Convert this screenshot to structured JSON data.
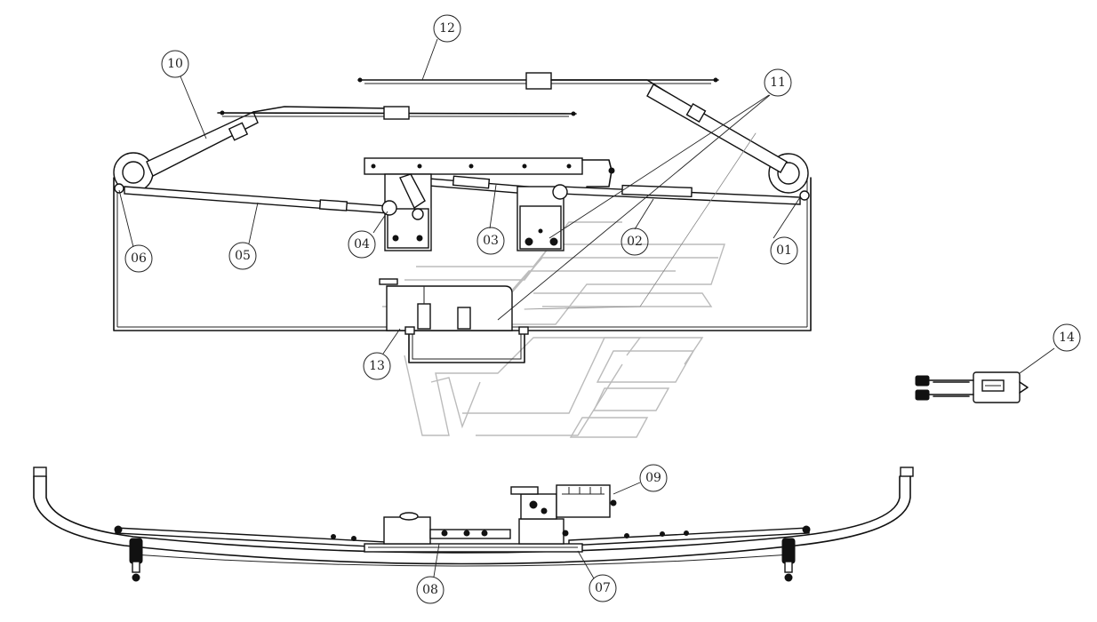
{
  "diagram": {
    "callouts": [
      {
        "id": "01",
        "label": "01"
      },
      {
        "id": "02",
        "label": "02"
      },
      {
        "id": "03",
        "label": "03"
      },
      {
        "id": "04",
        "label": "04"
      },
      {
        "id": "05",
        "label": "05"
      },
      {
        "id": "06",
        "label": "06"
      },
      {
        "id": "07",
        "label": "07"
      },
      {
        "id": "08",
        "label": "08"
      },
      {
        "id": "09",
        "label": "09"
      },
      {
        "id": "10",
        "label": "10"
      },
      {
        "id": "11",
        "label": "11"
      },
      {
        "id": "12",
        "label": "12"
      },
      {
        "id": "13",
        "label": "13"
      },
      {
        "id": "14",
        "label": "14"
      }
    ],
    "colors": {
      "line": "#111111",
      "watermark": "#bbbbbb",
      "background": "#ffffff"
    }
  }
}
